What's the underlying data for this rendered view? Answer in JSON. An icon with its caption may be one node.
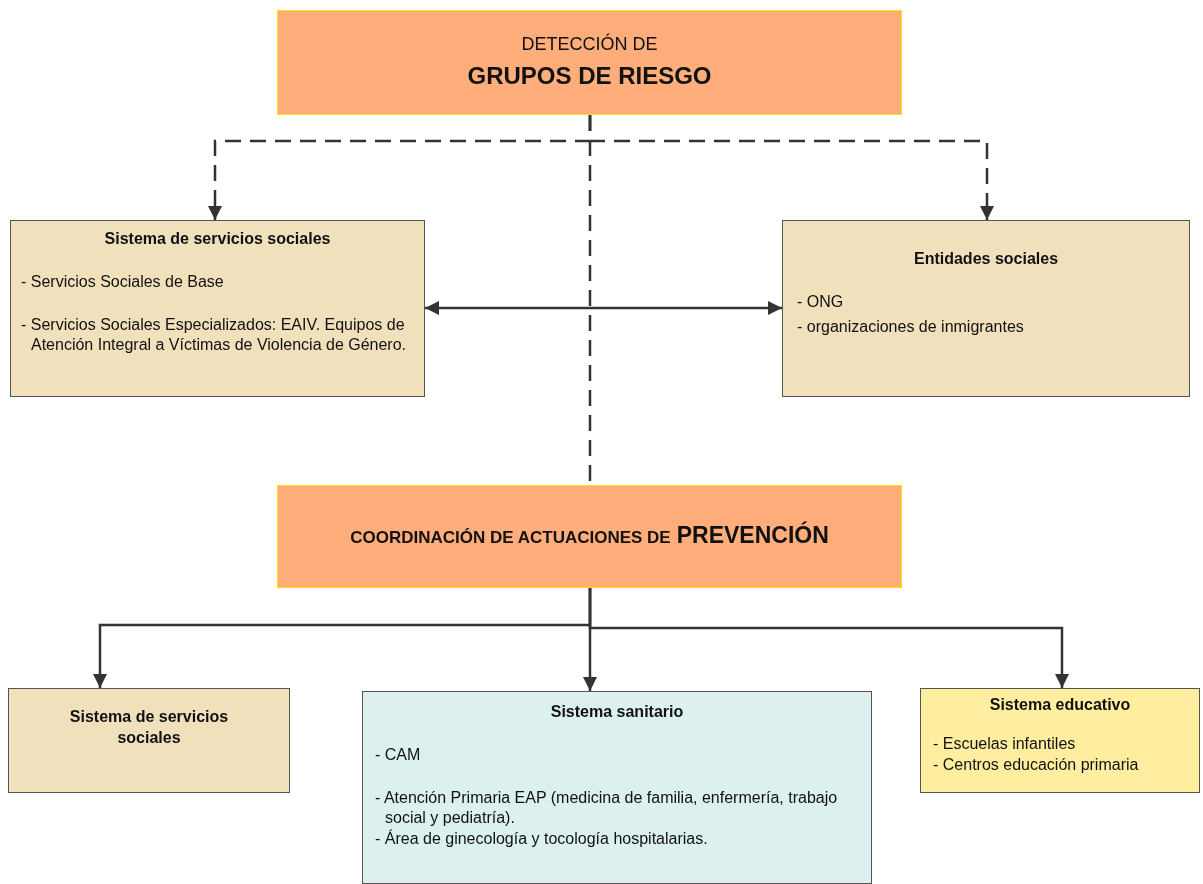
{
  "diagram": {
    "nodes": [
      {
        "text": [
          "DETECCIÓN DE",
          "GRUPOS DE RIESGO"
        ]
      },
      {
        "text": [
          "Sistema de servicios sociales",
          "- Servicios Sociales de Base",
          "- Servicios Sociales Especializados: EAIV. Equipos de Atención Integral a Víctimas de Violencia de Género."
        ]
      },
      {
        "text": [
          "Entidades sociales",
          "- ONG",
          "- organizaciones de inmigrantes"
        ]
      },
      {
        "text": [
          "COORDINACIÓN DE ACTUACIONES DE",
          "PREVENCIÓN"
        ]
      },
      {
        "text": [
          "Sistema de servicios sociales"
        ]
      },
      {
        "text": [
          "Sistema sanitario",
          "- CAM",
          "- Atención Primaria EAP (medicina de familia, enfermería, trabajo social y pediatría).",
          "- Área de ginecología y tocología hospitalarias."
        ]
      },
      {
        "text": [
          "Sistema educativo",
          "- Escuelas infantiles",
          "- Centros educación primaria"
        ]
      }
    ],
    "edges": [
      {
        "from": 0,
        "to": 1,
        "arrow": "to",
        "style": "dashed"
      },
      {
        "from": 0,
        "to": 2,
        "arrow": "to",
        "style": "dashed"
      },
      {
        "from": 0,
        "to": 3,
        "arrow": "none",
        "style": "dashed"
      },
      {
        "from": 1,
        "to": 2,
        "arrow": "both"
      },
      {
        "from": 3,
        "to": 4,
        "arrow": "to"
      },
      {
        "from": 3,
        "to": 5,
        "arrow": "to"
      },
      {
        "from": 3,
        "to": 6,
        "arrow": "to"
      }
    ]
  }
}
